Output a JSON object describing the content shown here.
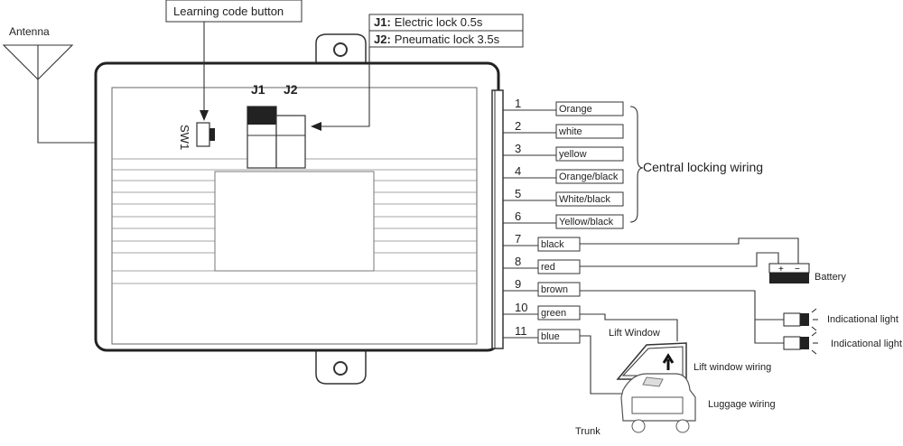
{
  "labels": {
    "antenna": "Antenna",
    "learning_code_button": "Learning code button",
    "sw1": "SW1",
    "j1": "J1",
    "j2": "J2",
    "jumper_notes": [
      {
        "key": "J1:",
        "text": "Electric lock 0.5s"
      },
      {
        "key": "J2:",
        "text": "Pneumatic lock 3.5s"
      }
    ],
    "central_locking": "Central locking wiring",
    "battery": "Battery",
    "battery_plus": "+",
    "battery_minus": "−",
    "indicational_light_1": "Indicational light",
    "indicational_light_2": "Indicational light",
    "lift_window": "Lift Window",
    "lift_window_wiring": "Lift window wiring",
    "luggage_wiring": "Luggage wiring",
    "trunk": "Trunk"
  },
  "wires": [
    {
      "num": "1",
      "color": "Orange"
    },
    {
      "num": "2",
      "color": "white"
    },
    {
      "num": "3",
      "color": "yellow"
    },
    {
      "num": "4",
      "color": "Orange/black"
    },
    {
      "num": "5",
      "color": "White/black"
    },
    {
      "num": "6",
      "color": "Yellow/black"
    },
    {
      "num": "7",
      "color": "black"
    },
    {
      "num": "8",
      "color": "red"
    },
    {
      "num": "9",
      "color": "brown"
    },
    {
      "num": "10",
      "color": "green"
    },
    {
      "num": "11",
      "color": "blue"
    }
  ]
}
